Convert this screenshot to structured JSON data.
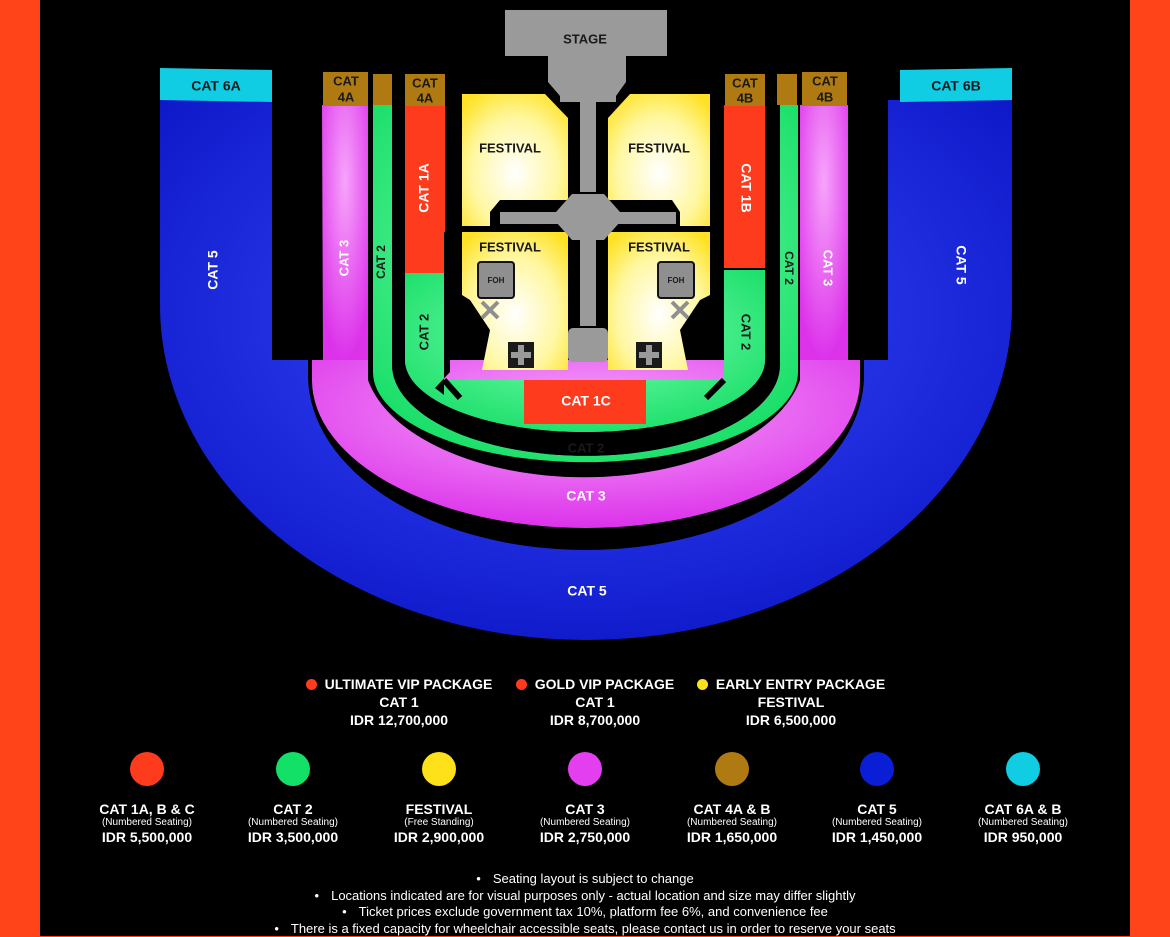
{
  "map": {
    "stage": "STAGE",
    "cat6a": "CAT 6A",
    "cat6b": "CAT 6B",
    "cat4a": "CAT\n4A",
    "cat4b": "CAT\n4B",
    "cat5": "CAT 5",
    "cat3": "CAT 3",
    "cat2": "CAT 2",
    "cat1a": "CAT 1A",
    "cat1b": "CAT 1B",
    "cat1c": "CAT 1C",
    "festival": "FESTIVAL",
    "foh": "FOH"
  },
  "packages": [
    {
      "name": "ULTIMATE VIP PACKAGE",
      "section": "CAT 1",
      "price": "IDR 12,700,000",
      "color": "#ff3b1d"
    },
    {
      "name": "GOLD VIP PACKAGE",
      "section": "CAT 1",
      "price": "IDR 8,700,000",
      "color": "#ff3b1d"
    },
    {
      "name": "EARLY ENTRY PACKAGE",
      "section": "FESTIVAL",
      "price": "IDR 6,500,000",
      "color": "#ffe11a"
    }
  ],
  "categories": [
    {
      "name": "CAT 1A, B & C",
      "type": "(Numbered Seating)",
      "price": "IDR 5,500,000",
      "color": "#ff3b1d"
    },
    {
      "name": "CAT 2",
      "type": "(Numbered Seating)",
      "price": "IDR 3,500,000",
      "color": "#13e067"
    },
    {
      "name": "FESTIVAL",
      "type": "(Free Standing)",
      "price": "IDR 2,900,000",
      "color": "#ffe11a"
    },
    {
      "name": "CAT 3",
      "type": "(Numbered Seating)",
      "price": "IDR 2,750,000",
      "color": "#e33ff0"
    },
    {
      "name": "CAT 4A & B",
      "type": "(Numbered Seating)",
      "price": "IDR 1,650,000",
      "color": "#b07a12"
    },
    {
      "name": "CAT 5",
      "type": "(Numbered Seating)",
      "price": "IDR 1,450,000",
      "color": "#0a1ed6"
    },
    {
      "name": "CAT 6A & B",
      "type": "(Numbered Seating)",
      "price": "IDR 950,000",
      "color": "#10cde3"
    }
  ],
  "notes": [
    "Seating layout is subject to change",
    "Locations indicated are for visual purposes only - actual location and size may differ slightly",
    "Ticket prices exclude government tax 10%, platform fee 6%, and convenience fee",
    "There is a fixed capacity for wheelchair accessible seats, please contact us in order to reserve your seats"
  ],
  "colors": {
    "page": "#ff4419",
    "panel": "#000000",
    "stage": "#9a9a9a",
    "cat4": "#b07a12",
    "cat6": "#10cde3"
  }
}
